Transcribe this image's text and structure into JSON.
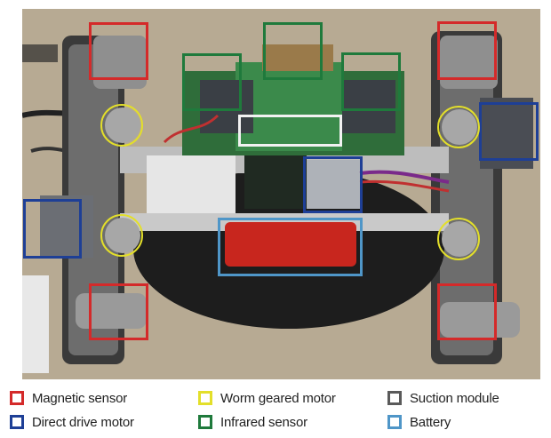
{
  "figure": {
    "colors": {
      "magnetic_sensor": "#d42a2a",
      "direct_drive_motor": "#1e3f96",
      "worm_geared_motor": "#e3df2a",
      "infrared_sensor": "#1f7a3c",
      "suction_module": "#5a5a5a",
      "battery": "#4f96c8"
    },
    "legend": [
      {
        "label": "Magnetic sensor",
        "color": "#d42a2a"
      },
      {
        "label": "Worm geared motor",
        "color": "#e3df2a"
      },
      {
        "label": "Suction module",
        "color": "#5a5a5a"
      },
      {
        "label": "Direct drive motor",
        "color": "#1e3f96"
      },
      {
        "label": "Infrared sensor",
        "color": "#1f7a3c"
      },
      {
        "label": "Battery",
        "color": "#4f96c8"
      }
    ]
  }
}
